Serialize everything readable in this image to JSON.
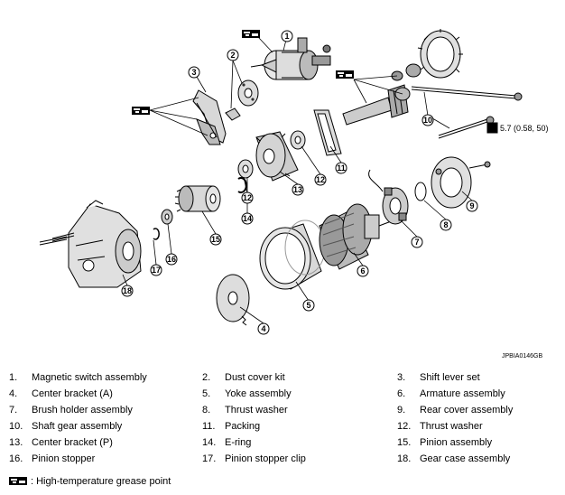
{
  "callouts": [
    "1",
    "2",
    "3",
    "4",
    "5",
    "6",
    "7",
    "8",
    "9",
    "10",
    "11",
    "12",
    "13",
    "14",
    "15",
    "16",
    "17",
    "18"
  ],
  "reference_code": "JPBIA0146GB",
  "torque_value": "5.7 (0.58, 50)",
  "legend": [
    {
      "num": "1.",
      "text": "Magnetic switch assembly"
    },
    {
      "num": "2.",
      "text": "Dust cover kit"
    },
    {
      "num": "3.",
      "text": "Shift lever set"
    },
    {
      "num": "4.",
      "text": "Center bracket (A)"
    },
    {
      "num": "5.",
      "text": "Yoke assembly"
    },
    {
      "num": "6.",
      "text": "Armature assembly"
    },
    {
      "num": "7.",
      "text": "Brush holder assembly"
    },
    {
      "num": "8.",
      "text": "Thrust washer"
    },
    {
      "num": "9.",
      "text": "Rear cover assembly"
    },
    {
      "num": "10.",
      "text": "Shaft gear assembly"
    },
    {
      "num": "11.",
      "text": "Packing"
    },
    {
      "num": "12.",
      "text": "Thrust washer"
    },
    {
      "num": "13.",
      "text": "Center bracket (P)"
    },
    {
      "num": "14.",
      "text": "E-ring"
    },
    {
      "num": "15.",
      "text": "Pinion assembly"
    },
    {
      "num": "16.",
      "text": "Pinion stopper"
    },
    {
      "num": "17.",
      "text": "Pinion stopper clip"
    },
    {
      "num": "18.",
      "text": "Gear case assembly"
    }
  ],
  "grease_note": ": High-temperature grease point",
  "icons": {
    "grease": "grease-point-icon",
    "torque": "torque-wrench-icon"
  }
}
